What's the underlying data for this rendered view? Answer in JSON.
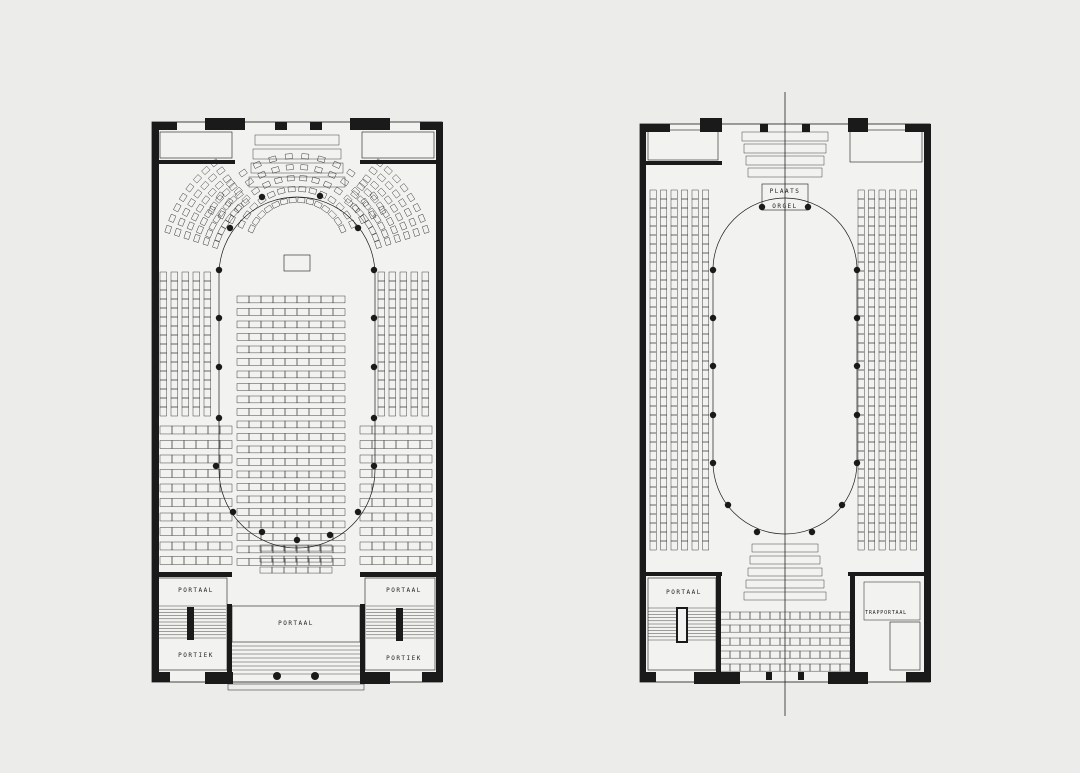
{
  "drawing": {
    "background": "#ececea",
    "ink": "#1a1a1a",
    "left_plan": {
      "labels": {
        "portaal_left": "PORTAAL",
        "portaal_right": "PORTAAL",
        "portaal_center": "PORTAAL",
        "portiek_left": "PORTIEK",
        "portiek_right": "PORTIEK"
      }
    },
    "right_plan": {
      "labels": {
        "plaats": "PLAATS",
        "orgel": "ORGEL",
        "portaal": "PORTAAL",
        "trapportaal": "TRAPPORTAAL"
      }
    }
  }
}
